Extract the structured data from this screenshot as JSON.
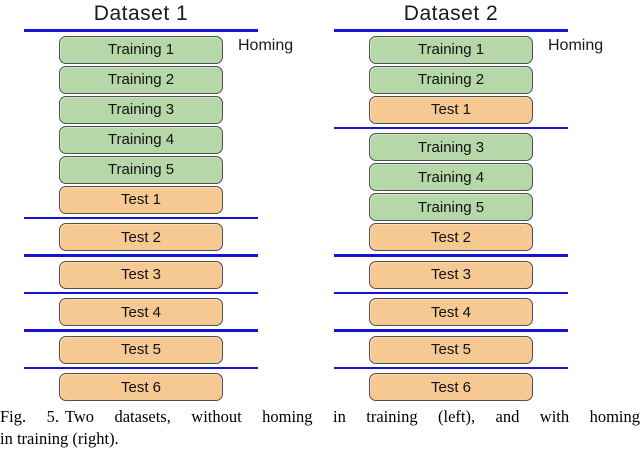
{
  "colors": {
    "training_fill": "#b6d7a8",
    "test_fill": "#f7c992",
    "box_border": "#4f4f4f",
    "homing_line": "#1515d0"
  },
  "datasets": [
    {
      "title": "Dataset 1",
      "homing_label": "Homing",
      "sequence": [
        {
          "kind": "homing-line"
        },
        {
          "kind": "block",
          "type": "training",
          "label": "Training 1"
        },
        {
          "kind": "block",
          "type": "training",
          "label": "Training 2"
        },
        {
          "kind": "block",
          "type": "training",
          "label": "Training 3"
        },
        {
          "kind": "block",
          "type": "training",
          "label": "Training 4"
        },
        {
          "kind": "block",
          "type": "training",
          "label": "Training 5"
        },
        {
          "kind": "block",
          "type": "test",
          "label": "Test 1"
        },
        {
          "kind": "homing-line"
        },
        {
          "kind": "block",
          "type": "test",
          "label": "Test 2"
        },
        {
          "kind": "homing-line"
        },
        {
          "kind": "block",
          "type": "test",
          "label": "Test 3"
        },
        {
          "kind": "homing-line"
        },
        {
          "kind": "block",
          "type": "test",
          "label": "Test 4"
        },
        {
          "kind": "homing-line"
        },
        {
          "kind": "block",
          "type": "test",
          "label": "Test 5"
        },
        {
          "kind": "homing-line"
        },
        {
          "kind": "block",
          "type": "test",
          "label": "Test 6"
        }
      ]
    },
    {
      "title": "Dataset 2",
      "homing_label": "Homing",
      "sequence": [
        {
          "kind": "homing-line"
        },
        {
          "kind": "block",
          "type": "training",
          "label": "Training 1"
        },
        {
          "kind": "block",
          "type": "training",
          "label": "Training 2"
        },
        {
          "kind": "block",
          "type": "test",
          "label": "Test 1"
        },
        {
          "kind": "homing-line"
        },
        {
          "kind": "block",
          "type": "training",
          "label": "Training 3"
        },
        {
          "kind": "block",
          "type": "training",
          "label": "Training 4"
        },
        {
          "kind": "block",
          "type": "training",
          "label": "Training 5"
        },
        {
          "kind": "block",
          "type": "test",
          "label": "Test 2"
        },
        {
          "kind": "homing-line"
        },
        {
          "kind": "block",
          "type": "test",
          "label": "Test 3"
        },
        {
          "kind": "homing-line"
        },
        {
          "kind": "block",
          "type": "test",
          "label": "Test 4"
        },
        {
          "kind": "homing-line"
        },
        {
          "kind": "block",
          "type": "test",
          "label": "Test 5"
        },
        {
          "kind": "homing-line"
        },
        {
          "kind": "block",
          "type": "test",
          "label": "Test 6"
        }
      ]
    }
  ],
  "caption": {
    "fig_label": "Fig. 5.",
    "line1": "Two datasets, without homing in training (left), and with homing",
    "line2": "in training (right)."
  }
}
